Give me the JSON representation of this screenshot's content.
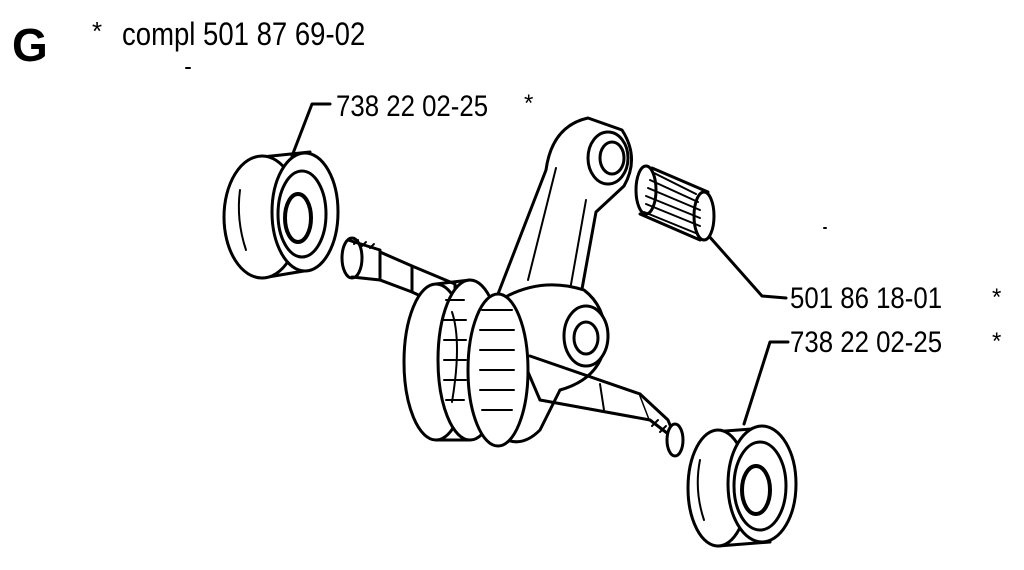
{
  "header": {
    "section_letter": "G",
    "asterisk": "*",
    "kit_label": "compl 501 87 69-02"
  },
  "callouts": [
    {
      "number": "738 22 02-25",
      "mark": "*"
    },
    {
      "number": "501 86 18-01",
      "mark": "*"
    },
    {
      "number": "738 22 02-25",
      "mark": "*"
    }
  ],
  "parts": {
    "left_bearing": "ball-bearing",
    "crankshaft": "crankshaft-with-connecting-rod",
    "needle_bearing": "needle-bearing",
    "right_bearing": "ball-bearing"
  }
}
